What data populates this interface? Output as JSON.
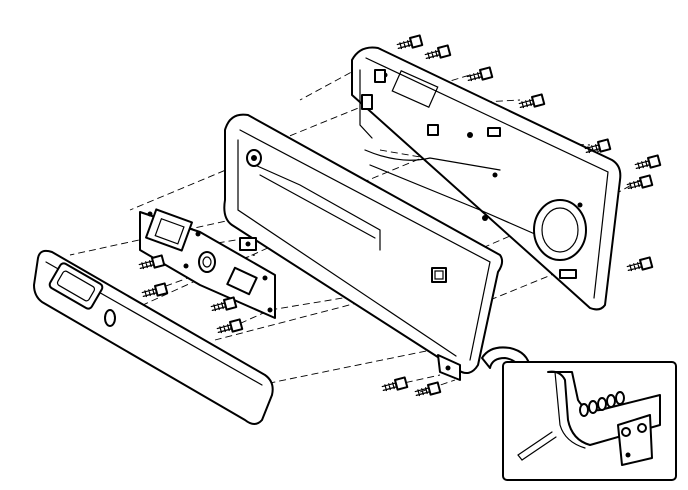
{
  "diagram": {
    "colors": {
      "ink": "#000000",
      "paper": "#ffffff"
    },
    "parts": [
      "rear-bracket-panel",
      "main-console-panel",
      "control-bracket",
      "front-trim-panel",
      "screws",
      "hook-clip",
      "detail-inset"
    ]
  }
}
